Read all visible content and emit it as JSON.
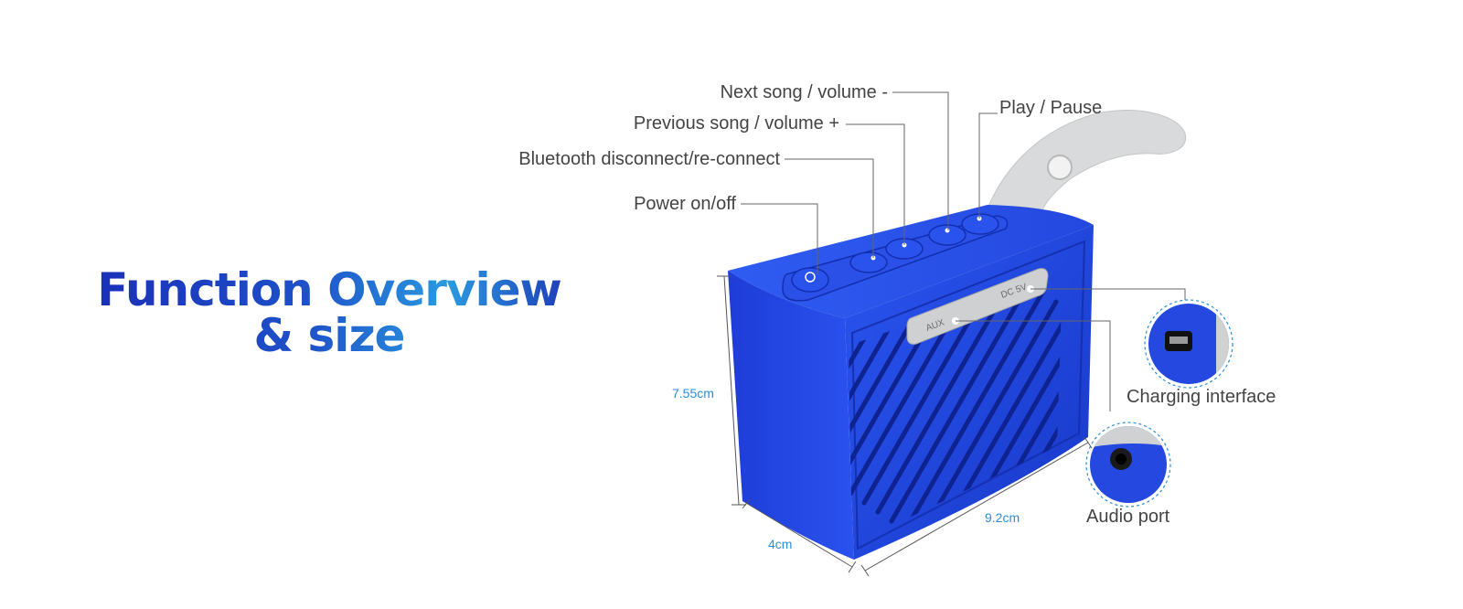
{
  "title": {
    "line1": "Function Overview",
    "line2": "& size"
  },
  "callouts": {
    "next_song": "Next song / volume -",
    "prev_song": "Previous song / volume +",
    "bluetooth": "Bluetooth disconnect/re-connect",
    "power": "Power on/off",
    "play_pause": "Play / Pause",
    "charging": "Charging interface",
    "audio": "Audio port"
  },
  "ports": {
    "dc": "DC 5V",
    "aux": "AUX"
  },
  "dimensions": {
    "height": "7.55cm",
    "depth": "4cm",
    "width": "9.2cm"
  },
  "colors": {
    "body": "#1f45e0",
    "strap": "#d9dadb",
    "accent": "#2a8fd6",
    "title_start": "#1a2fb8",
    "title_end": "#2a9ae0"
  }
}
